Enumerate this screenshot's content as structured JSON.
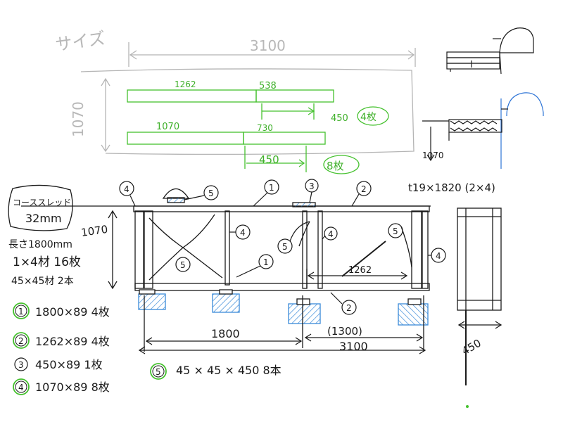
{
  "top_sketch": {
    "size_label": "サイズ",
    "width": "3100",
    "height": "1070",
    "cut_a_len": "1262",
    "cut_b_len": "538",
    "cut_a_note": "450",
    "cut_a_count": "4枚",
    "cut_c_len": "1070",
    "cut_d_len": "730",
    "cut_d_note": "450",
    "cut_d_count": "8枚"
  },
  "side_detail": {
    "height": "1070",
    "board": "t19×1820 (2×4)",
    "depth": "450"
  },
  "front_view": {
    "screw_line1": "コーススレッド",
    "screw_line2": "32mm",
    "note1": "長さ1800mm",
    "note1_height": "1070",
    "note2": "1×4材 16枚",
    "note3": "45×45材 2本",
    "dim_1262": "1262",
    "dim_1800": "1800",
    "dim_1300": "(1300)",
    "dim_3100": "3100",
    "markers": [
      "4",
      "5",
      "1",
      "3",
      "2",
      "4",
      "5",
      "4",
      "5",
      "1",
      "5",
      "4",
      "2"
    ]
  },
  "parts_list": [
    {
      "num": "1",
      "spec": "1800×89  4枚",
      "circle_color": "#45c12e"
    },
    {
      "num": "2",
      "spec": "1262×89  4枚",
      "circle_color": "#45c12e"
    },
    {
      "num": "3",
      "spec": "450×89  1枚",
      "circle_color": "#1a1a1a"
    },
    {
      "num": "4",
      "spec": "1070×89  8枚",
      "circle_color": "#45c12e"
    },
    {
      "num": "5",
      "spec": "45 × 45 × 450  8本",
      "circle_color": "#45c12e"
    }
  ],
  "colors": {
    "pencil": "#1a1a1a",
    "gray": "#b5b5b5",
    "green": "#45c12e",
    "blue": "#2d74d6",
    "hatch": "#3a8ad8"
  }
}
